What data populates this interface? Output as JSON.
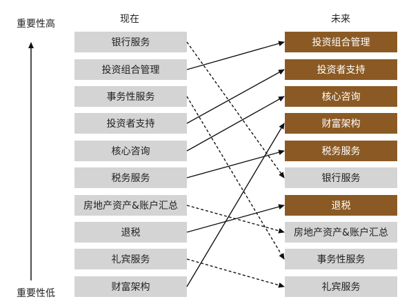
{
  "axis": {
    "top_label": "重要性高",
    "bottom_label": "重要性低"
  },
  "headers": {
    "now": "现在",
    "future": "未来"
  },
  "now_items": [
    "银行服务",
    "投资组合管理",
    "事务性服务",
    "投资者支持",
    "核心咨询",
    "税务服务",
    "房地产资产&账户汇总",
    "退税",
    "礼宾服务",
    "财富架构"
  ],
  "future_items": [
    {
      "label": "投资组合管理",
      "style": "brown"
    },
    {
      "label": "投资者支持",
      "style": "brown"
    },
    {
      "label": "核心咨询",
      "style": "brown"
    },
    {
      "label": "财富架构",
      "style": "brown"
    },
    {
      "label": "税务服务",
      "style": "brown"
    },
    {
      "label": "银行服务",
      "style": "gray"
    },
    {
      "label": "退税",
      "style": "brown"
    },
    {
      "label": "房地产资产&账户汇总",
      "style": "gray"
    },
    {
      "label": "事务性服务",
      "style": "gray"
    },
    {
      "label": "礼宾服务",
      "style": "gray"
    }
  ],
  "mappings": [
    {
      "from": 0,
      "to": 5,
      "style": "dashed"
    },
    {
      "from": 1,
      "to": 0,
      "style": "solid"
    },
    {
      "from": 2,
      "to": 8,
      "style": "dashed"
    },
    {
      "from": 3,
      "to": 1,
      "style": "solid"
    },
    {
      "from": 4,
      "to": 2,
      "style": "solid"
    },
    {
      "from": 5,
      "to": 4,
      "style": "solid"
    },
    {
      "from": 6,
      "to": 7,
      "style": "dashed"
    },
    {
      "from": 7,
      "to": 6,
      "style": "solid"
    },
    {
      "from": 8,
      "to": 9,
      "style": "dashed"
    },
    {
      "from": 9,
      "to": 3,
      "style": "solid"
    }
  ],
  "colors": {
    "brown": "#8b5a24",
    "gray": "#d4d4d4",
    "line": "#111111"
  }
}
